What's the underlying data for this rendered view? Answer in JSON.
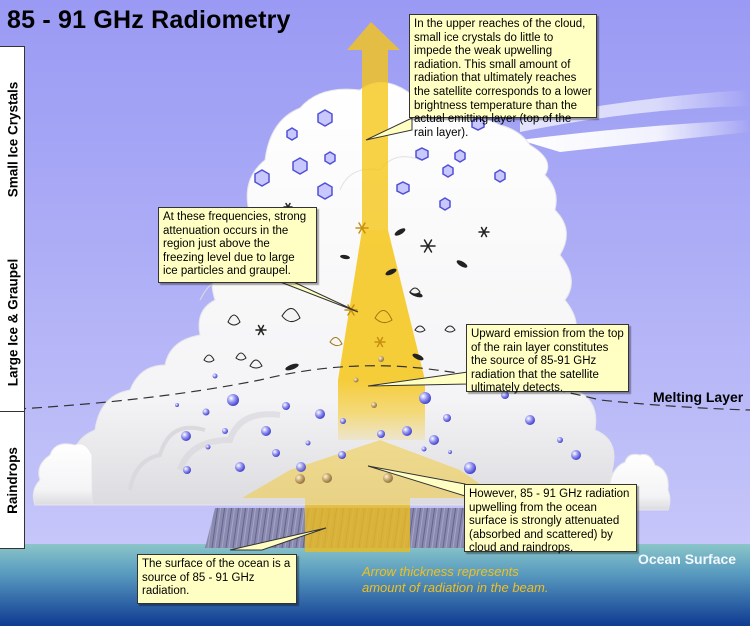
{
  "title": "85 - 91 GHz Radiometry",
  "layers": {
    "small_ice": "Small Ice Crystals",
    "large_ice": "Large Ice & Graupel",
    "raindrops": "Raindrops"
  },
  "labels": {
    "melting_layer": "Melting Layer",
    "ocean_surface": "Ocean Surface"
  },
  "callouts": {
    "upper_cloud": "In the upper reaches of the cloud, small ice crystals do little to impede the weak upwelling radiation.  This small amount of radiation that ultimately reaches the satellite corresponds to a lower brightness temperature than the actual emitting layer (top of the rain layer).",
    "attenuation": "At these frequencies, strong attenuation occurs in the region just above the freezing level due to large ice particles and graupel.",
    "rain_top": "Upward emission from the top of the rain layer constitutes the source of 85-91 GHz radiation that the satellite ultimately detects.",
    "ocean_attenuated": "However, 85 - 91 GHz radiation upwelling from the ocean surface is strongly attenuated (absorbed and scattered) by cloud and raindrops.",
    "ocean_source": "The surface of the ocean is a source of 85 - 91 GHz radiation."
  },
  "note": {
    "line1": "Arrow thickness represents",
    "line2": "amount of radiation in the beam."
  },
  "colors": {
    "sky_top": "#9a9af4",
    "sky_bottom": "#c6c6fa",
    "ocean_top": "#8ac4c8",
    "ocean_bottom": "#103a90",
    "callout_bg": "#ffffc4",
    "arrow": "#f5c518",
    "note_text": "#f0c020"
  }
}
